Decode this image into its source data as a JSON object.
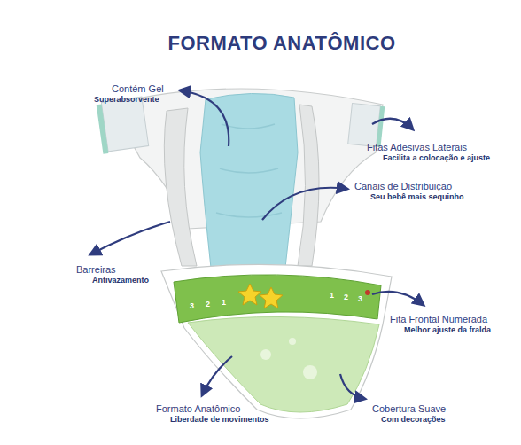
{
  "diagram": {
    "title": "FORMATO ANATÔMICO",
    "labels": [
      "Contém Gel",
      "Superabsorvente",
      "Fitas Adesivas Laterais",
      "Facilita a colocação e ajuste",
      "Canais de Distribuição",
      "Seu bebê mais sequinho",
      "Barreiras",
      "Antivazamento",
      "Fita Frontal Numerada",
      "Melhor ajuste da fralda",
      "Formato Anatômico",
      "Liberdade de movimentos",
      "Cobertura Suave",
      "Com decorações",
      "3",
      "2",
      "1",
      "1",
      "2",
      "3"
    ]
  }
}
